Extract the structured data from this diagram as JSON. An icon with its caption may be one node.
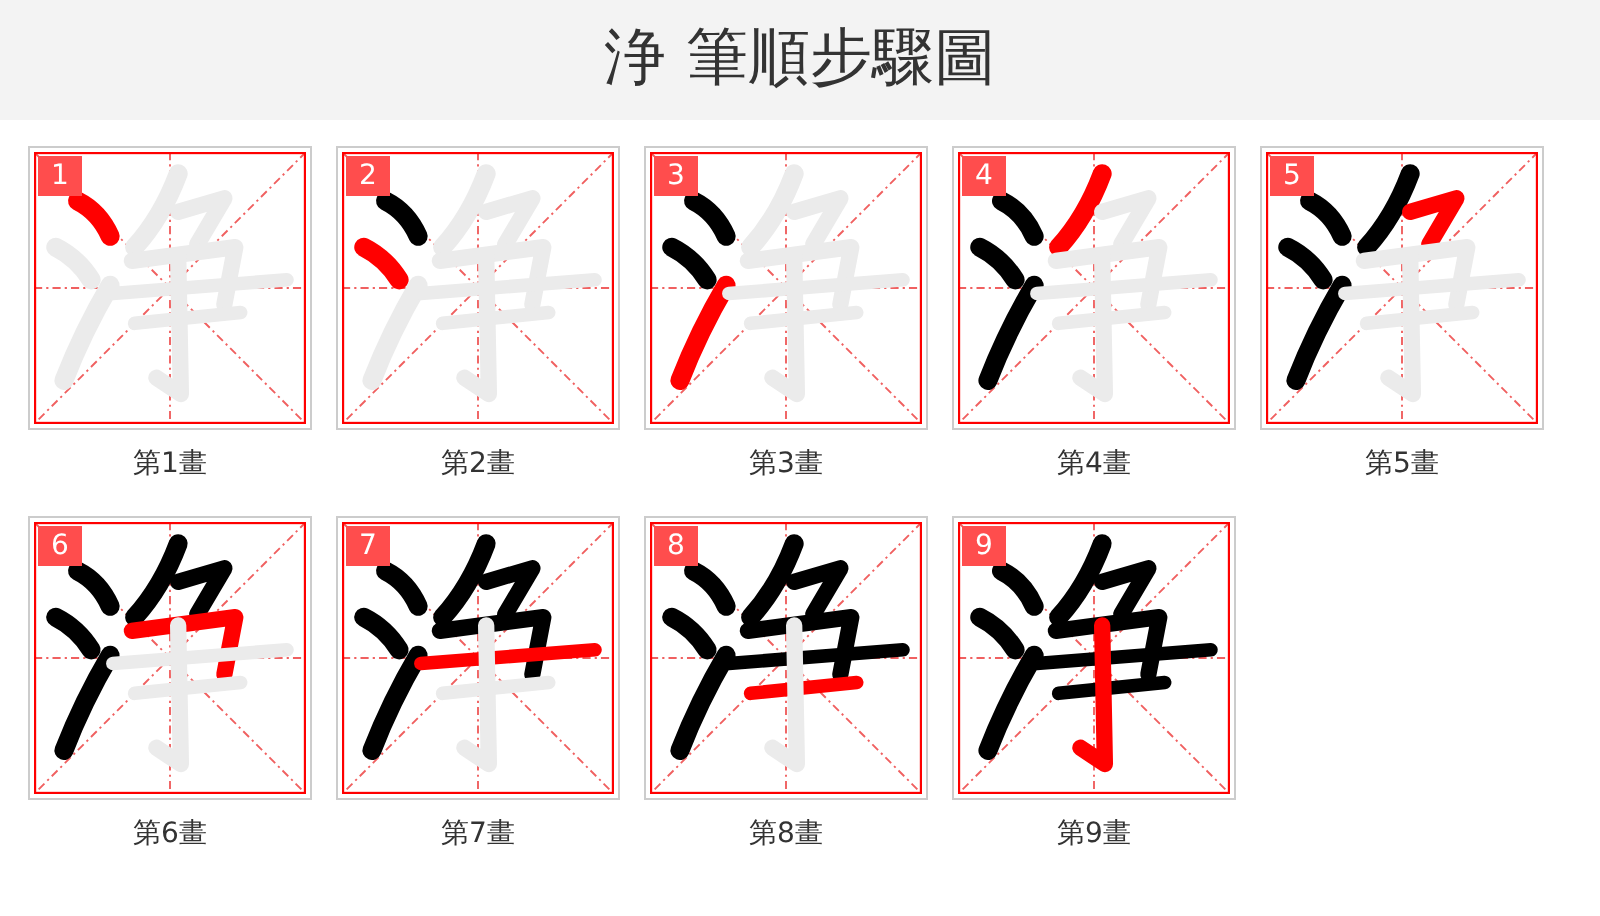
{
  "diagram": {
    "title": "浄 筆順步驟圖",
    "nodes": [
      {
        "text": [
          "1"
        ],
        "beside": [
          "第1畫"
        ]
      },
      {
        "text": [
          "2"
        ],
        "beside": [
          "第2畫"
        ]
      },
      {
        "text": [
          "3"
        ],
        "beside": [
          "第3畫"
        ]
      },
      {
        "text": [
          "4"
        ],
        "beside": [
          "第4畫"
        ]
      },
      {
        "text": [
          "5"
        ],
        "beside": [
          "第5畫"
        ]
      },
      {
        "text": [
          "6"
        ],
        "beside": [
          "第6畫"
        ]
      },
      {
        "text": [
          "7"
        ],
        "beside": [
          "第7畫"
        ]
      },
      {
        "text": [
          "8"
        ],
        "beside": [
          "第8畫"
        ]
      },
      {
        "text": [
          "9"
        ],
        "beside": [
          "第9畫"
        ]
      }
    ]
  }
}
